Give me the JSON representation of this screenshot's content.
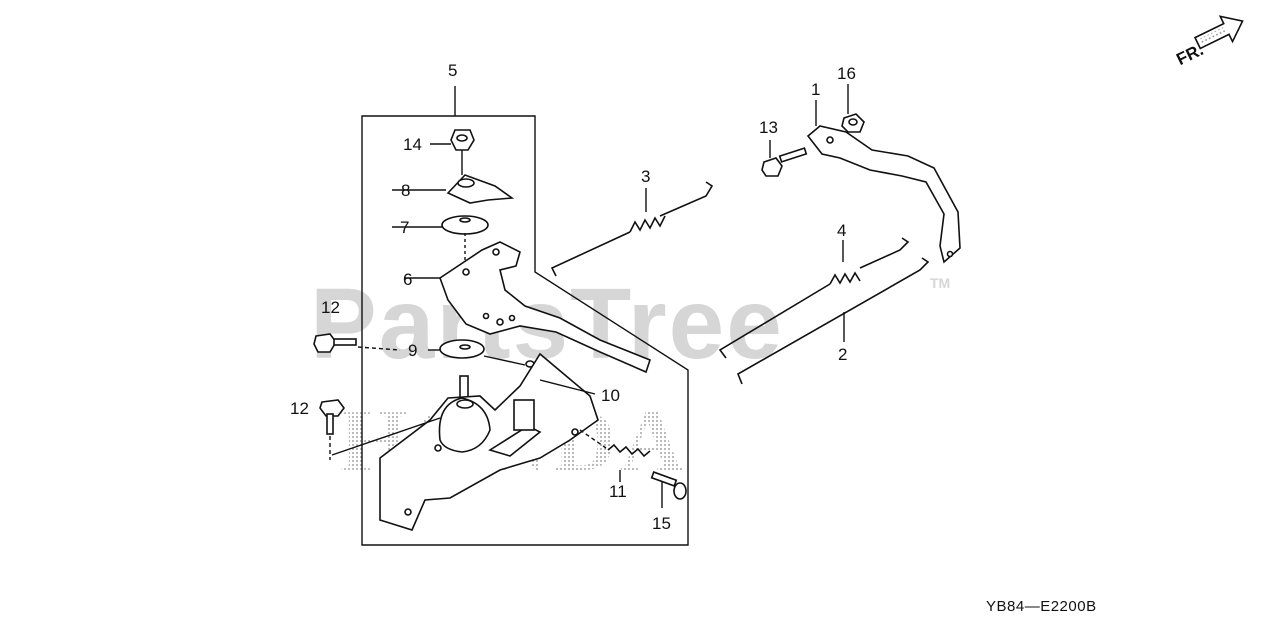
{
  "diagram": {
    "orientation_label": "FR.",
    "drawing_code": "YB84—E2200B",
    "watermark": {
      "brand": "PartsTree",
      "trademark": "TM"
    },
    "background_brand": "HONDA",
    "callouts": [
      {
        "id": "c5",
        "label": "5"
      },
      {
        "id": "c14",
        "label": "14"
      },
      {
        "id": "c8",
        "label": "8"
      },
      {
        "id": "c7",
        "label": "7"
      },
      {
        "id": "c6",
        "label": "6"
      },
      {
        "id": "c12a",
        "label": "12"
      },
      {
        "id": "c9",
        "label": "9"
      },
      {
        "id": "c12b",
        "label": "12"
      },
      {
        "id": "c10",
        "label": "10"
      },
      {
        "id": "c11",
        "label": "11"
      },
      {
        "id": "c15",
        "label": "15"
      },
      {
        "id": "c3",
        "label": "3"
      },
      {
        "id": "c16",
        "label": "16"
      },
      {
        "id": "c1",
        "label": "1"
      },
      {
        "id": "c13",
        "label": "13"
      },
      {
        "id": "c4",
        "label": "4"
      },
      {
        "id": "c2",
        "label": "2"
      }
    ],
    "colors": {
      "line": "#111111",
      "watermark": "#d6d6d6",
      "background": "#ffffff"
    }
  }
}
